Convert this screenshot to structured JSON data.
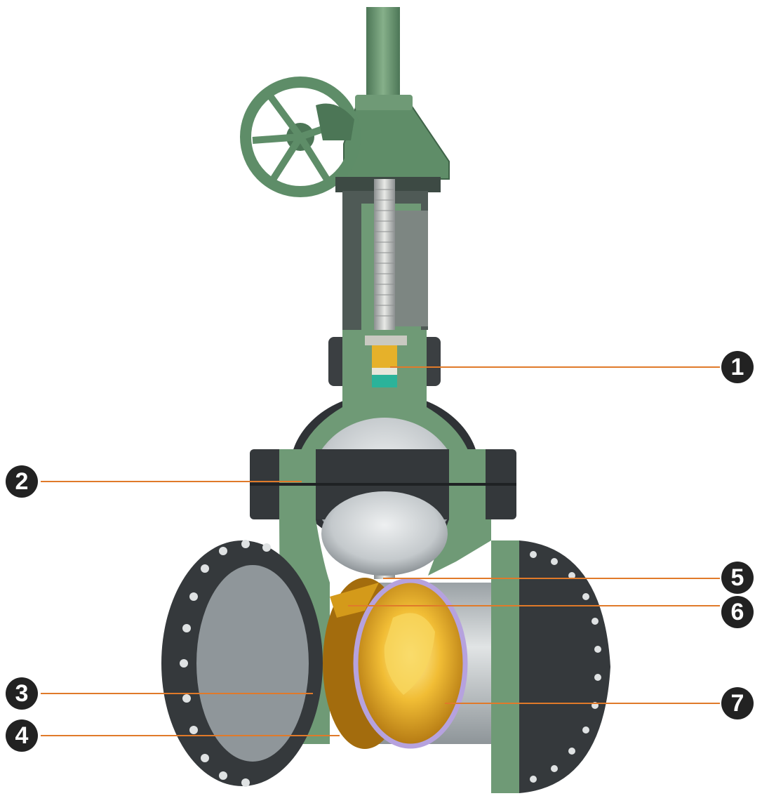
{
  "callouts": [
    {
      "id": "1",
      "label": "1"
    },
    {
      "id": "2",
      "label": "2"
    },
    {
      "id": "3",
      "label": "3"
    },
    {
      "id": "4",
      "label": "4"
    },
    {
      "id": "5",
      "label": "5"
    },
    {
      "id": "6",
      "label": "6"
    },
    {
      "id": "7",
      "label": "7"
    }
  ],
  "colors": {
    "body_green": "#6f9a76",
    "body_green_dark": "#4c7656",
    "flange_dark": "#3a3d40",
    "disc_gold": "#e0a41a",
    "seat_ring": "#b6a2de",
    "cavity_grey": "#c7cacc",
    "leader_orange": "#e07a2a",
    "badge_black": "#222222"
  }
}
